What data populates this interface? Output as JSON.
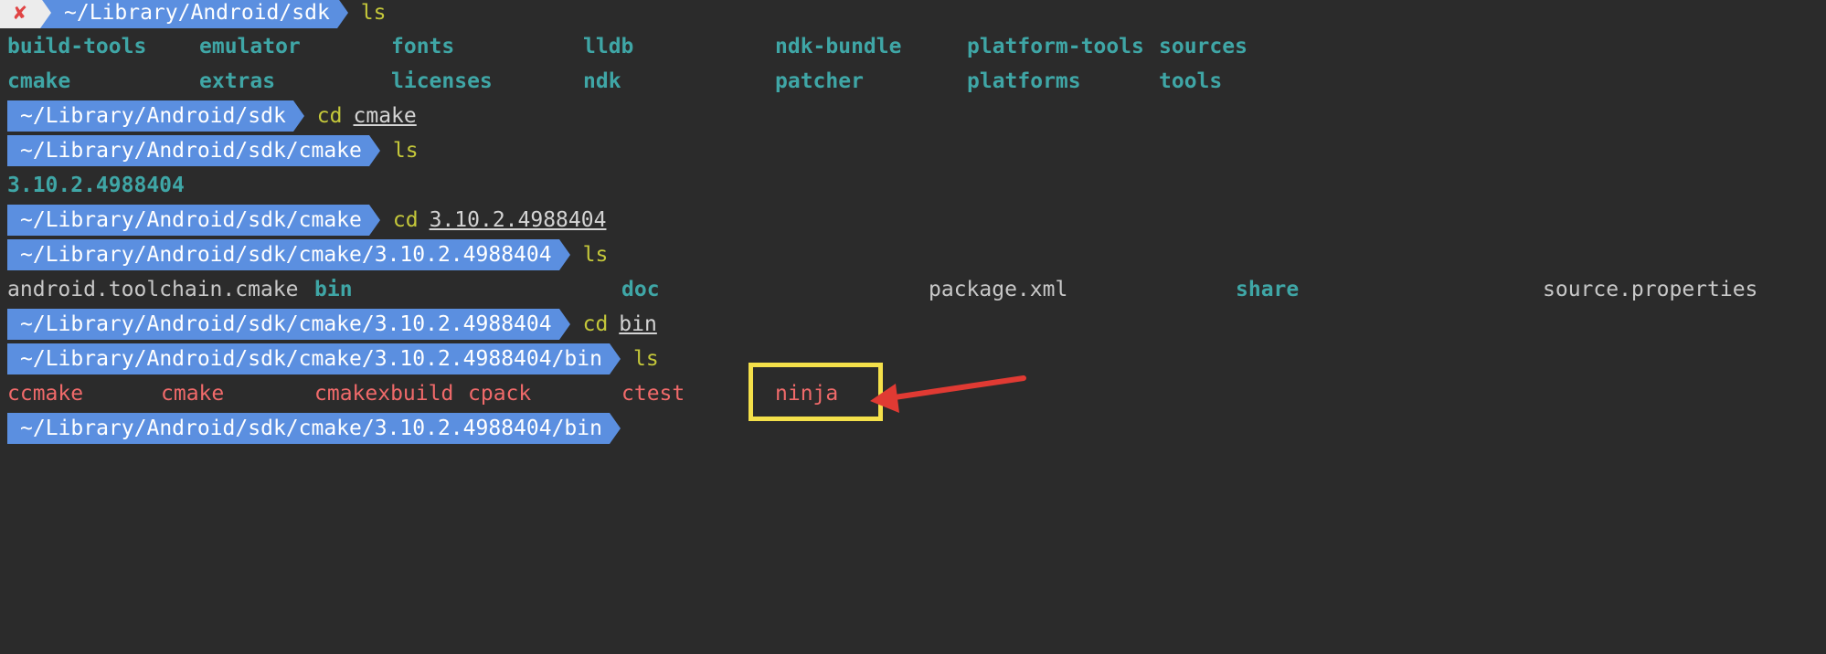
{
  "prompt_line_1": {
    "status_icon": "x-icon",
    "status_glyph": "✘",
    "path": "~/Library/Android/sdk",
    "command": "ls",
    "argument": ""
  },
  "ls_sdk": {
    "row1": [
      "build-tools",
      "emulator",
      "fonts",
      "lldb",
      "ndk-bundle",
      "platform-tools",
      "sources"
    ],
    "row2": [
      "cmake",
      "extras",
      "licenses",
      "ndk",
      "patcher",
      "platforms",
      "tools"
    ]
  },
  "prompt_line_2": {
    "path": "~/Library/Android/sdk",
    "command": "cd",
    "argument": "cmake"
  },
  "prompt_line_3": {
    "path": "~/Library/Android/sdk/cmake",
    "command": "ls",
    "argument": ""
  },
  "ls_cmake": {
    "items": [
      "3.10.2.4988404"
    ]
  },
  "prompt_line_4": {
    "path": "~/Library/Android/sdk/cmake",
    "command": "cd",
    "argument": "3.10.2.4988404"
  },
  "prompt_line_5": {
    "path": "~/Library/Android/sdk/cmake/3.10.2.4988404",
    "command": "ls",
    "argument": ""
  },
  "ls_version": {
    "items": [
      {
        "name": "android.toolchain.cmake",
        "kind": "file"
      },
      {
        "name": "bin",
        "kind": "dir"
      },
      {
        "name": "doc",
        "kind": "dir"
      },
      {
        "name": "package.xml",
        "kind": "file"
      },
      {
        "name": "share",
        "kind": "dir"
      },
      {
        "name": "source.properties",
        "kind": "file"
      }
    ]
  },
  "prompt_line_6": {
    "path": "~/Library/Android/sdk/cmake/3.10.2.4988404",
    "command": "cd",
    "argument": "bin"
  },
  "prompt_line_7": {
    "path": "~/Library/Android/sdk/cmake/3.10.2.4988404/bin",
    "command": "ls",
    "argument": ""
  },
  "ls_bin": {
    "items": [
      "ccmake",
      "cmake",
      "cmakexbuild",
      "cpack",
      "ctest",
      "ninja"
    ]
  },
  "prompt_line_8": {
    "path": "~/Library/Android/sdk/cmake/3.10.2.4988404/bin",
    "command": "",
    "argument": ""
  },
  "colors": {
    "background": "#2b2b2b",
    "prompt_bg": "#5b8fe0",
    "directory": "#3fa6a6",
    "executable": "#f06a6a",
    "command": "#c5c83a",
    "highlight_box": "#f4e04a",
    "annotation_arrow": "#e03a33"
  }
}
